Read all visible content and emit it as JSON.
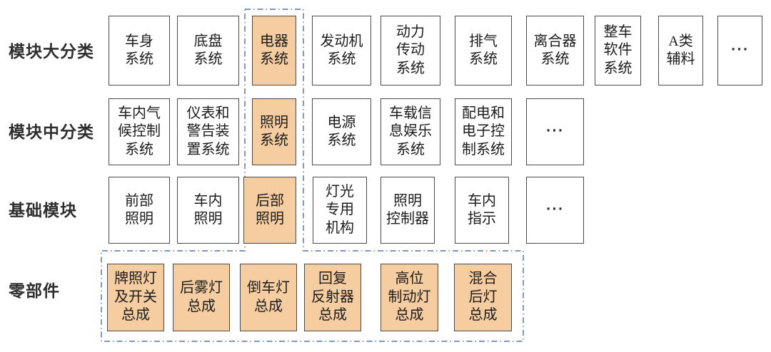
{
  "labels": {
    "major": "模块大分类",
    "middle": "模块中分类",
    "basic": "基础模块",
    "parts": "零部件"
  },
  "major": {
    "body": "车身\n系统",
    "chassis": "底盘\n系统",
    "electrical": "电器\n系统",
    "engine": "发动机\n系统",
    "powertrain": "动力\n传动\n系统",
    "exhaust": "排气\n系统",
    "clutch": "离合器\n系统",
    "software": "整车\n软件\n系统",
    "class_a": "A类\n辅料",
    "more": "···"
  },
  "middle": {
    "climate": "车内气\n候控制\n系统",
    "instrument": "仪表和\n警告装\n置系统",
    "lighting": "照明\n系统",
    "power": "电源\n系统",
    "infotainment": "车载信\n息娱乐\n系统",
    "distribution": "配电和\n电子控\n制系统",
    "more": "···"
  },
  "basic": {
    "front": "前部\n照明",
    "interior": "车内\n照明",
    "rear": "后部\n照明",
    "mechanism": "灯光\n专用\n机构",
    "controller": "照明\n控制器",
    "indicator": "车内\n指示",
    "more": "···"
  },
  "parts": {
    "license_plate": "牌照灯\n及开关\n总成",
    "rear_fog": "后雾灯\n总成",
    "reversing": "倒车灯\n总成",
    "reflector": "回复\n反射器\n总成",
    "high_brake": "高位\n制动灯\n总成",
    "combined_rear": "混合\n后灯\n总成"
  },
  "colors": {
    "highlight_fill": "#F5CDA0",
    "box_border": "#4A4A4A",
    "dashed_outline": "#6E87B5"
  }
}
